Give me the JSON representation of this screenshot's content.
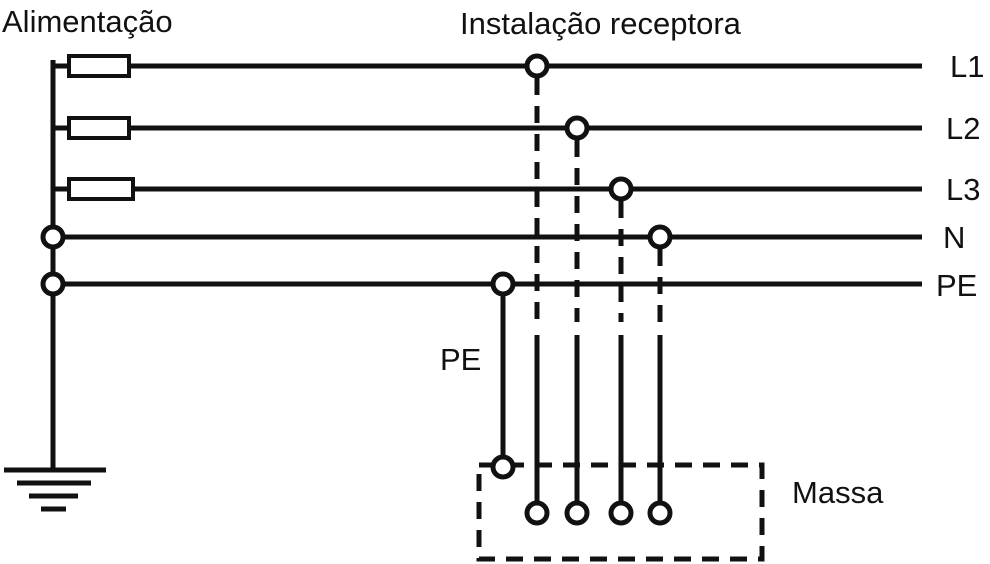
{
  "labels": {
    "supply": "Alimentação",
    "installation": "Instalação receptora",
    "mass": "Massa",
    "pe_vertical": "PE"
  },
  "conductors": [
    {
      "id": "L1",
      "label": "L1"
    },
    {
      "id": "L2",
      "label": "L2"
    },
    {
      "id": "L3",
      "label": "L3"
    },
    {
      "id": "N",
      "label": "N"
    },
    {
      "id": "PE",
      "label": "PE"
    }
  ]
}
